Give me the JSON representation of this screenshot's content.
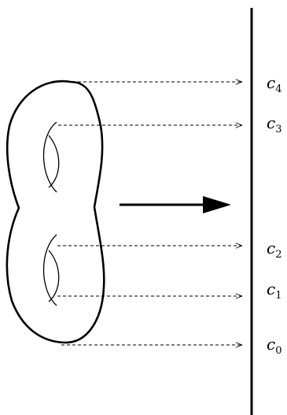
{
  "labels": {
    "c4": {
      "base": "c",
      "sub": "4"
    },
    "c3": {
      "base": "c",
      "sub": "3"
    },
    "c2": {
      "base": "c",
      "sub": "2"
    },
    "c1": {
      "base": "c",
      "sub": "1"
    },
    "c0": {
      "base": "c",
      "sub": "0"
    }
  },
  "colors": {
    "stroke": "#000000",
    "background": "#ffffff"
  }
}
